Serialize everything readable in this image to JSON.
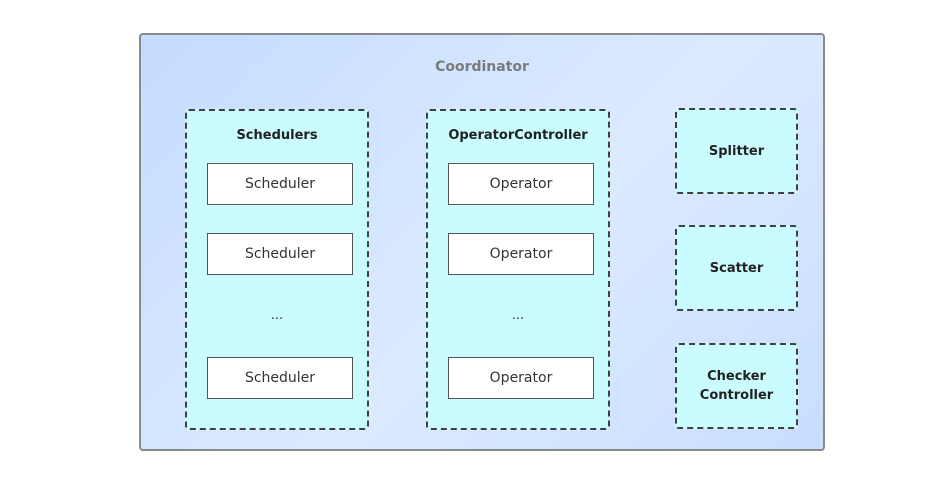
{
  "coordinator": {
    "title": "Coordinator",
    "colors": {
      "fill": "#cfe3ff",
      "border": "#8a8a8a",
      "title_text": "#7b7b7b"
    }
  },
  "schedulers": {
    "title": "Schedulers",
    "items": [
      "Scheduler",
      "Scheduler",
      "Scheduler"
    ],
    "ellipsis": "..."
  },
  "operator_controller": {
    "title": "OperatorController",
    "items": [
      "Operator",
      "Operator",
      "Operator"
    ],
    "ellipsis": "..."
  },
  "side_components": [
    {
      "label": "Splitter"
    },
    {
      "label": "Scatter"
    },
    {
      "label": "Checker\nController"
    }
  ],
  "colors": {
    "component_fill": "#c9fbff",
    "dashed_border": "#404040",
    "item_fill": "#ffffff"
  }
}
